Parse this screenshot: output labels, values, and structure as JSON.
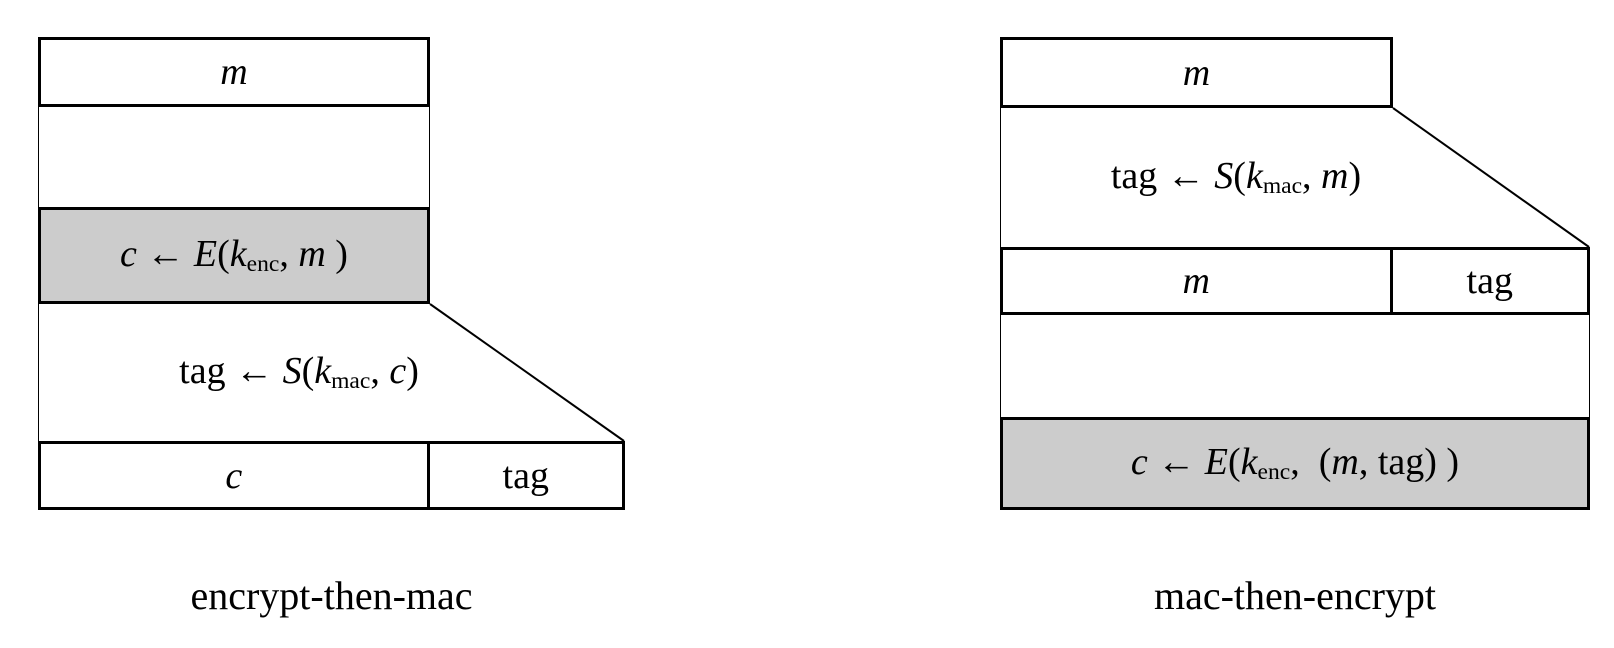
{
  "colors": {
    "background": "#ffffff",
    "line": "#000000",
    "shaded_fill": "#cccccc",
    "box_fill": "#ffffff"
  },
  "left_diagram": {
    "caption": "encrypt-then-mac",
    "message_box": {
      "formula": [
        {
          "s": "i",
          "t": "m"
        }
      ]
    },
    "encrypt_box": {
      "shaded": true,
      "formula": [
        {
          "s": "i",
          "t": "c"
        },
        {
          "s": "r",
          "t": " ← "
        },
        {
          "s": "i",
          "t": "E"
        },
        {
          "s": "r",
          "t": "("
        },
        {
          "s": "i",
          "t": "k"
        },
        {
          "s": "sub",
          "t": "enc"
        },
        {
          "s": "r",
          "t": ", "
        },
        {
          "s": "i",
          "t": "m"
        },
        {
          "s": "r",
          "t": " )"
        }
      ]
    },
    "sign_step": {
      "formula": [
        {
          "s": "r",
          "t": "tag ← "
        },
        {
          "s": "i",
          "t": "S"
        },
        {
          "s": "r",
          "t": "("
        },
        {
          "s": "i",
          "t": "k"
        },
        {
          "s": "sub",
          "t": "mac"
        },
        {
          "s": "r",
          "t": ", "
        },
        {
          "s": "i",
          "t": "c"
        },
        {
          "s": "r",
          "t": ")"
        }
      ]
    },
    "output_box": {
      "ciphertext_cell": {
        "shaded": true,
        "formula": [
          {
            "s": "i",
            "t": "c"
          }
        ]
      },
      "tag_cell": {
        "shaded": false,
        "formula": [
          {
            "s": "r",
            "t": "tag"
          }
        ]
      }
    }
  },
  "right_diagram": {
    "caption": "mac-then-encrypt",
    "message_box": {
      "formula": [
        {
          "s": "i",
          "t": "m"
        }
      ]
    },
    "sign_step": {
      "formula": [
        {
          "s": "r",
          "t": "tag ← "
        },
        {
          "s": "i",
          "t": "S"
        },
        {
          "s": "r",
          "t": "("
        },
        {
          "s": "i",
          "t": "k"
        },
        {
          "s": "sub",
          "t": "mac"
        },
        {
          "s": "r",
          "t": ", "
        },
        {
          "s": "i",
          "t": "m"
        },
        {
          "s": "r",
          "t": ")"
        }
      ]
    },
    "intermediate_box": {
      "message_cell": {
        "shaded": false,
        "formula": [
          {
            "s": "i",
            "t": "m"
          }
        ]
      },
      "tag_cell": {
        "shaded": false,
        "formula": [
          {
            "s": "r",
            "t": "tag"
          }
        ]
      }
    },
    "encrypt_box": {
      "shaded": true,
      "formula": [
        {
          "s": "i",
          "t": "c"
        },
        {
          "s": "r",
          "t": " ← "
        },
        {
          "s": "i",
          "t": "E"
        },
        {
          "s": "r",
          "t": "("
        },
        {
          "s": "i",
          "t": "k"
        },
        {
          "s": "sub",
          "t": "enc"
        },
        {
          "s": "r",
          "t": ",  ("
        },
        {
          "s": "i",
          "t": "m"
        },
        {
          "s": "r",
          "t": ", tag) )"
        }
      ]
    }
  }
}
